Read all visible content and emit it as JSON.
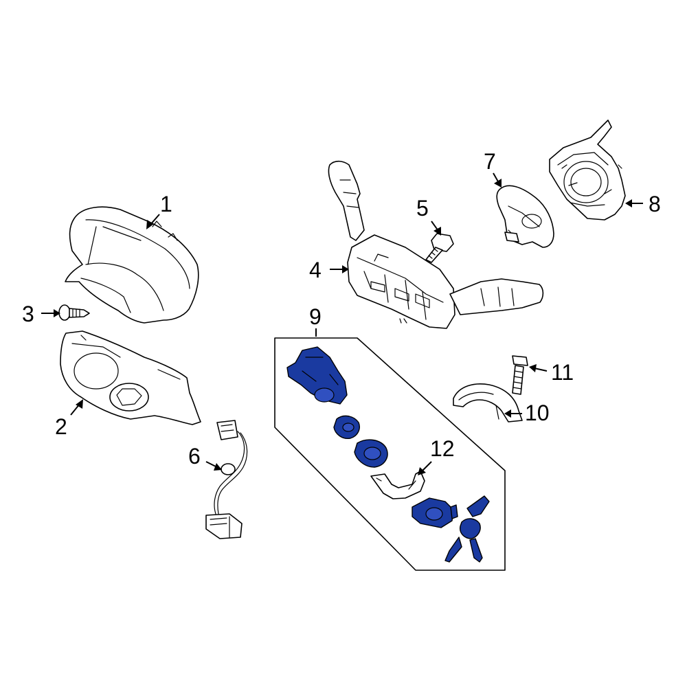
{
  "callouts": {
    "c1": "1",
    "c2": "2",
    "c3": "3",
    "c4": "4",
    "c5": "5",
    "c6": "6",
    "c7": "7",
    "c8": "8",
    "c9": "9",
    "c10": "10",
    "c11": "11",
    "c12": "12"
  },
  "colors": {
    "highlight": "#1a3aa0",
    "line": "#000000",
    "background": "#ffffff"
  }
}
